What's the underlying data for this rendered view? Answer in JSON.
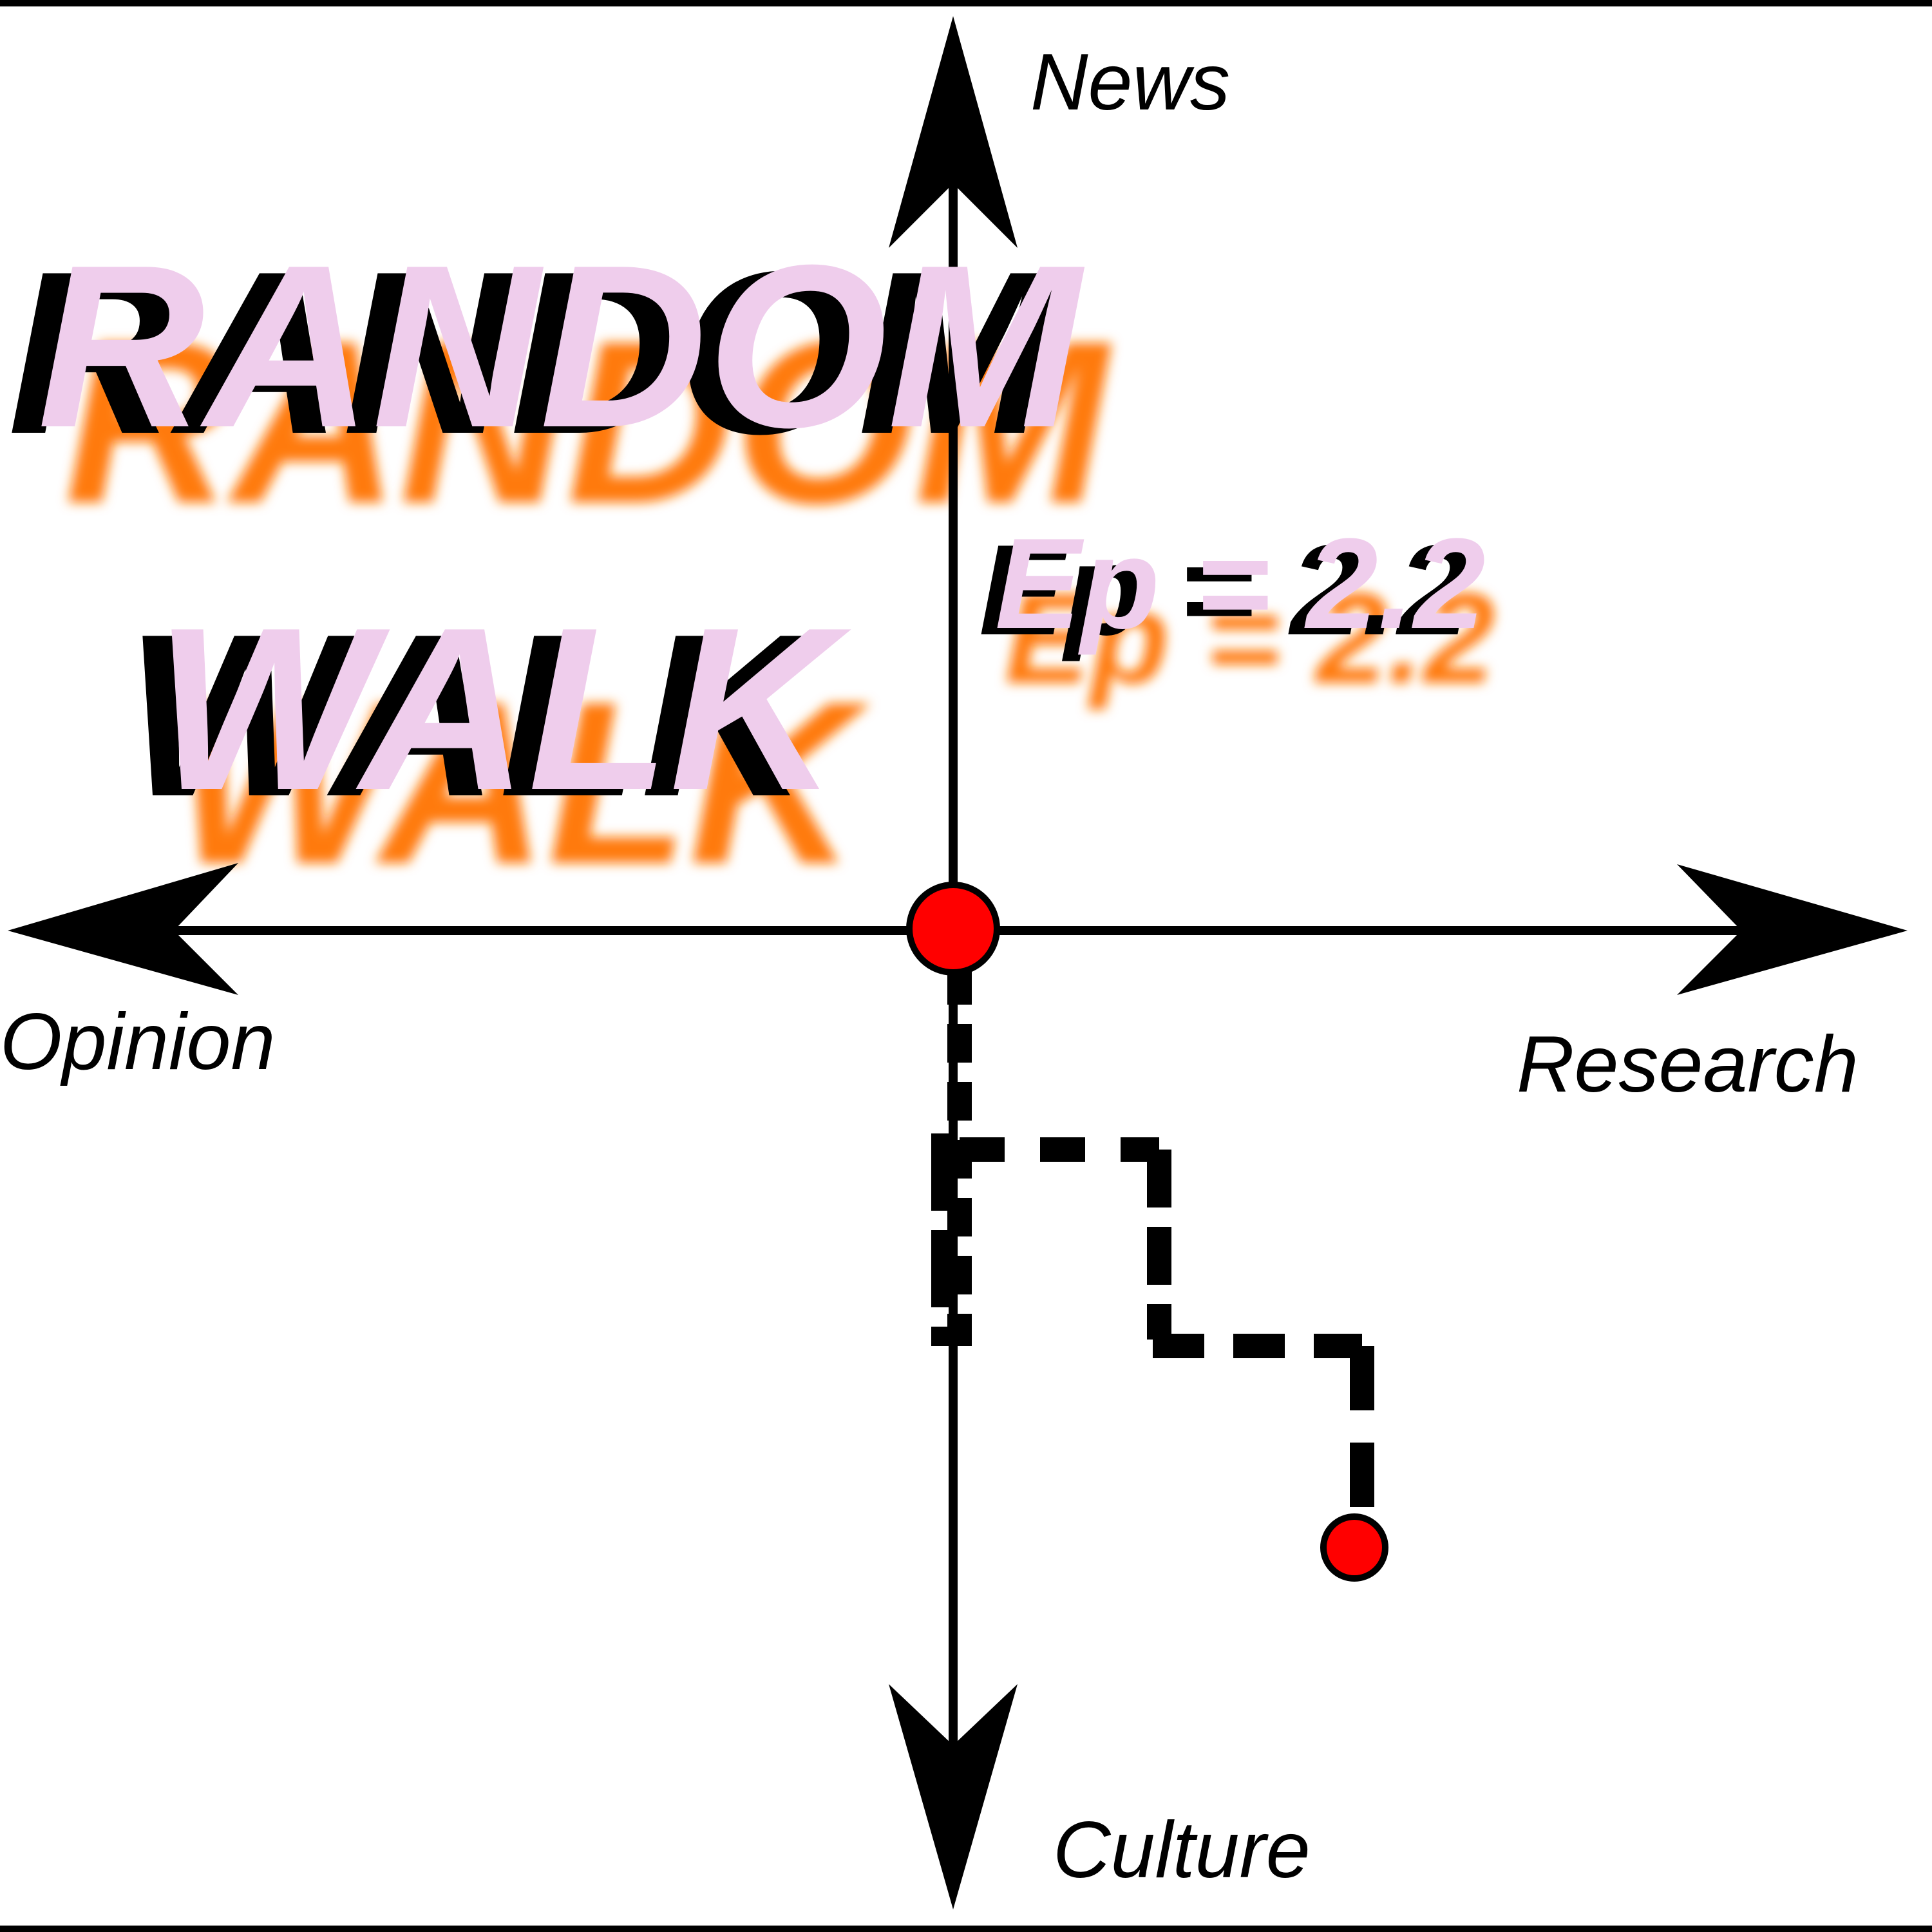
{
  "title": {
    "line1": "RANDOM",
    "line2": "WALK",
    "episode": "Ep = 2.2"
  },
  "axes": {
    "top": "News",
    "bottom": "Culture",
    "left": "Opinion",
    "right": "Research"
  },
  "colors": {
    "background": "#ffffff",
    "ink": "#000000",
    "title_fill": "#efcdec",
    "title_glow": "#ff7a10",
    "marker": "#ff0000"
  }
}
